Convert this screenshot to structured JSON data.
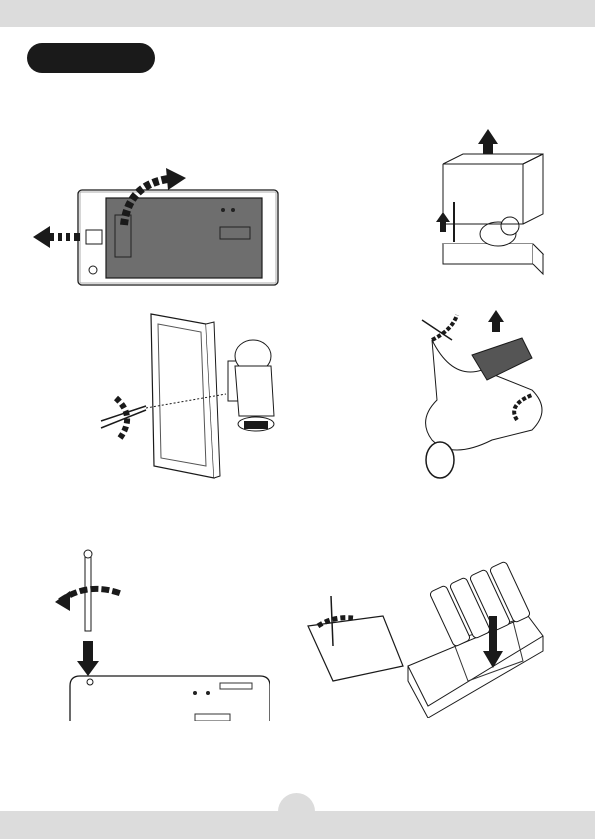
{
  "page": {
    "section_title": "",
    "page_number": ""
  },
  "colors": {
    "band": "#dcdcdc",
    "pill": "#1a1a1a",
    "line": "#1a1a1a",
    "panel": "#6e6e6e"
  },
  "figures": [
    {
      "id": "fig-remove-back-cover",
      "icon": "sliding-cover-arrows"
    },
    {
      "id": "fig-lift-enclosure",
      "icon": "lift-up-arrow"
    },
    {
      "id": "fig-mount-camera-screw",
      "icon": "screwdriver-rotate"
    },
    {
      "id": "fig-remove-sd-cover",
      "icon": "card-cover-arrow"
    },
    {
      "id": "fig-attach-antenna",
      "icon": "antenna-rotate"
    },
    {
      "id": "fig-insert-batteries",
      "icon": "battery-insert"
    }
  ]
}
